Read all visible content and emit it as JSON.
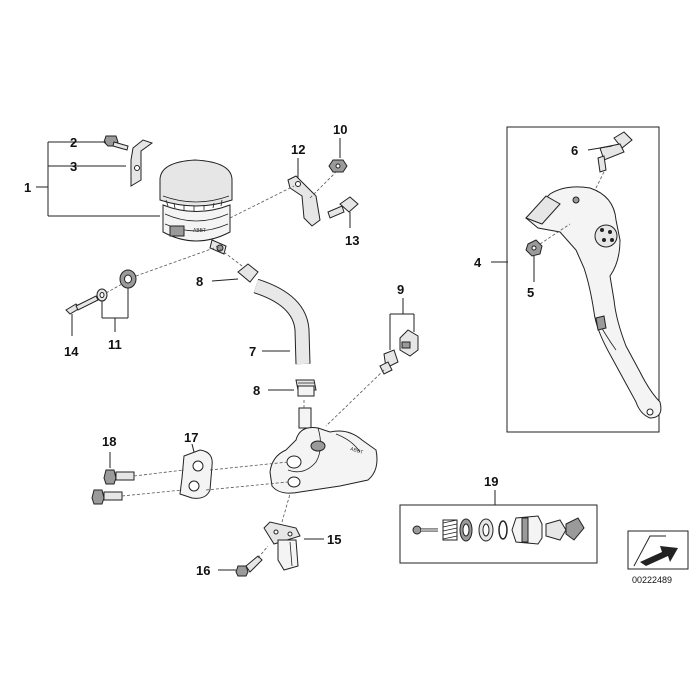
{
  "callouts": [
    "1",
    "2",
    "3",
    "4",
    "5",
    "6",
    "7",
    "8",
    "8",
    "9",
    "10",
    "11",
    "12",
    "13",
    "14",
    "15",
    "16",
    "17",
    "18",
    "19"
  ],
  "parts": {
    "reservoir_marking": "ABBT",
    "master_cylinder_marking": "ABBT"
  },
  "reference_number": "00222489",
  "icon": "direction-arrow-icon"
}
